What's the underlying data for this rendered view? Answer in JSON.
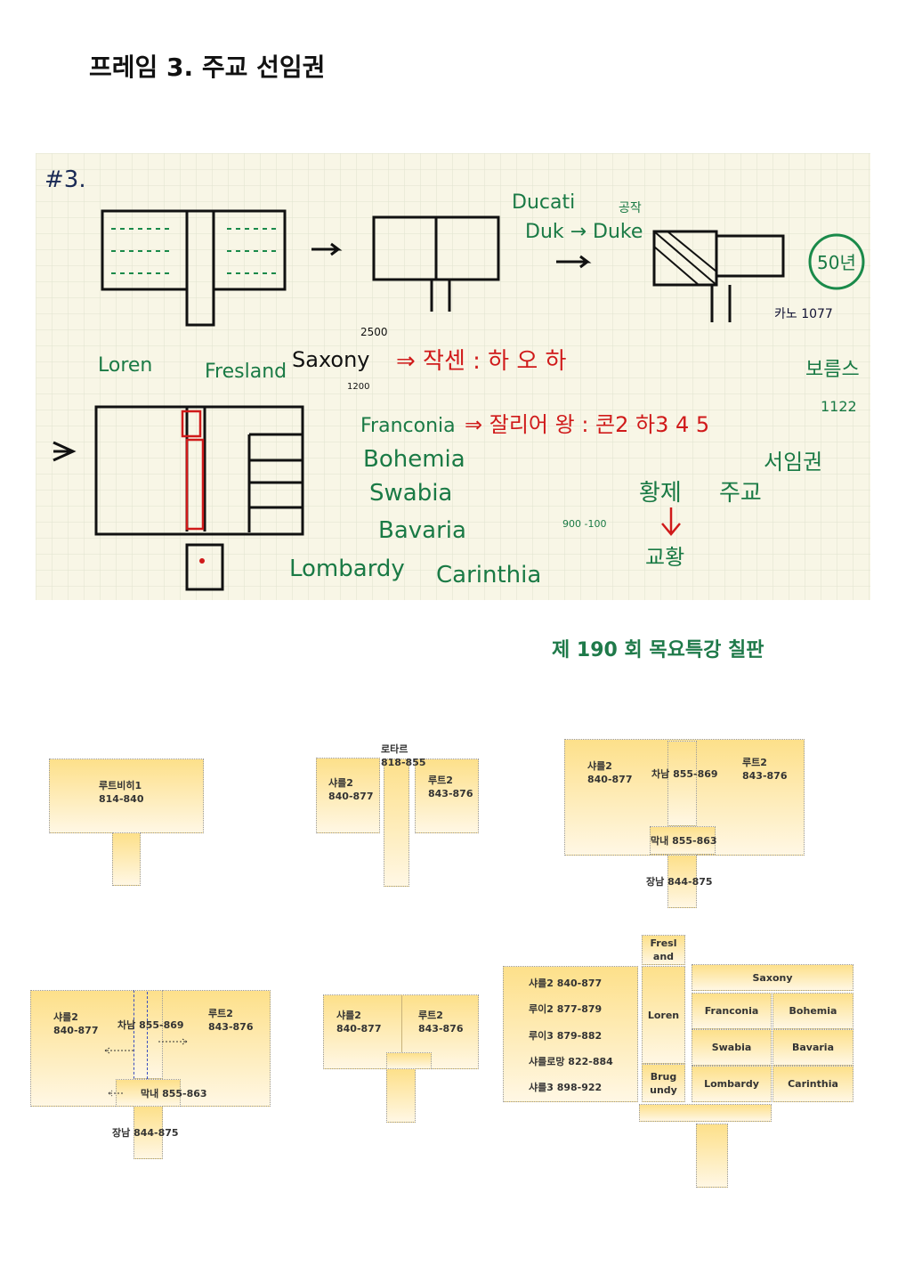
{
  "title": "프레임 3.  주교 선임권",
  "board": {
    "number": "#3.",
    "labels": {
      "ducati": "Ducati",
      "duke": "Duk → Duke",
      "gongjak": "공작",
      "years50": "50년",
      "kano": "카노 1077",
      "loren": "Loren",
      "fresland": "Fresland",
      "saxony": "Saxony",
      "n2500": "2500",
      "n1200": "1200",
      "jakseon": "⇒ 작센 : 하 오 하",
      "franconia": "Franconia",
      "salian": "⇒ 잘리어 왕 : 콘2 하3 4 5",
      "bohemia": "Bohemia",
      "swabia": "Swabia",
      "bavaria": "Bavaria",
      "lombardy": "Lombardy",
      "carinthia": "Carinthia",
      "worms": "보름스",
      "y1122": "1122",
      "investiture": "서임권",
      "emperor": "황제",
      "bishop": "주교",
      "pope": "교황",
      "n900": "900 -100"
    }
  },
  "caption": "제 190 회 목요특강 칠판",
  "diagrams": {
    "d1": {
      "name": "루트비히1",
      "years": "814-840"
    },
    "d2": {
      "left_name": "샤를2",
      "left_years": "840-877",
      "center_name": "로타르",
      "center_years": "818-855",
      "right_name": "루트2",
      "right_years": "843-876"
    },
    "d3": {
      "left_name": "샤를2",
      "left_years": "840-877",
      "center": "차남 855-869",
      "right_name": "루트2",
      "right_years": "843-876",
      "youngest": "막내 855-863",
      "eldest": "장남 844-875"
    },
    "d4": {
      "left_name": "샤를2",
      "left_years": "840-877",
      "center": "차남 855-869",
      "right_name": "루트2",
      "right_years": "843-876",
      "youngest": "막내 855-863",
      "eldest": "장남 844-875"
    },
    "d5": {
      "left_name": "샤를2",
      "left_years": "840-877",
      "right_name": "루트2",
      "right_years": "843-876"
    },
    "d6": {
      "rulers": [
        "샤를2  840-877",
        "루이2  877-879",
        "루이3  879-882",
        "샤를로망 822-884",
        "샤를3  898-922"
      ],
      "fresland": "Fresl and",
      "loren": "Loren",
      "burgundy": "Brug undy",
      "saxony": "Saxony",
      "duchies": [
        "Franconia",
        "Bohemia",
        "Swabia",
        "Bavaria",
        "Lombardy",
        "Carinthia"
      ]
    }
  }
}
